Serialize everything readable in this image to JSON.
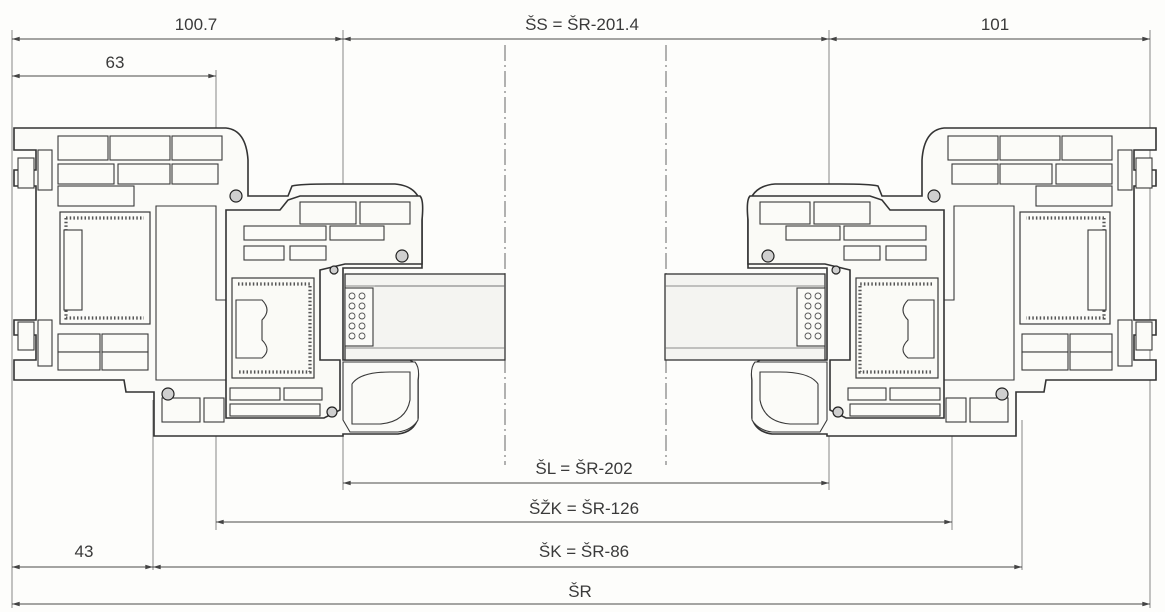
{
  "drawing": {
    "dimensions": {
      "left_outer": "100.7",
      "left_frame": "63",
      "sash_visible": "ŠS = ŠR-201.4",
      "right_outer": "101",
      "light_width": "ŠL = ŠR-202",
      "glazing_width": "ŠŽK = ŠR-126",
      "sash_width": "ŠK = ŠR-86",
      "frame_offset": "43",
      "total_width": "ŠR"
    }
  }
}
